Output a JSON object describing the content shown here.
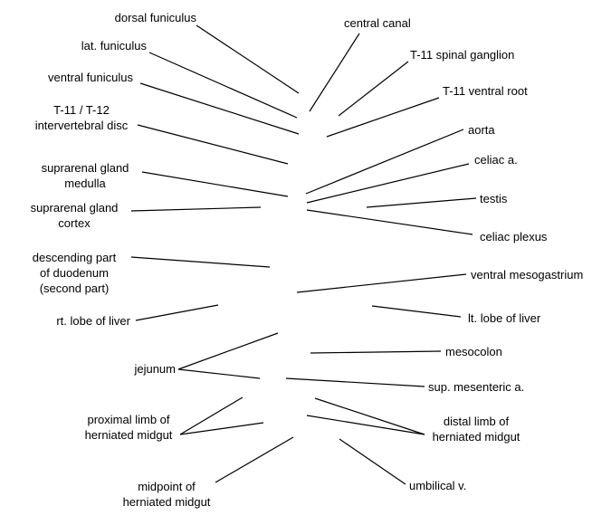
{
  "labels": {
    "dorsal_funiculus": [
      "dorsal funiculus"
    ],
    "lat_funiculus": [
      "lat. funiculus"
    ],
    "ventral_funiculus": [
      "ventral funiculus"
    ],
    "intervertebral_disc": [
      "T-11 / T-12",
      "intervertebral disc"
    ],
    "suprarenal_medulla": [
      "suprarenal gland",
      "medulla"
    ],
    "suprarenal_cortex": [
      "suprarenal gland",
      "cortex"
    ],
    "descending_duodenum": [
      "descending part",
      "of duodenum",
      "(second part)"
    ],
    "rt_lobe_liver": [
      "rt. lobe of liver"
    ],
    "jejunum": [
      "jejunum"
    ],
    "proximal_limb": [
      "proximal limb of",
      "herniated midgut"
    ],
    "midpoint": [
      "midpoint of",
      "herniated midgut"
    ],
    "central_canal": [
      "central canal"
    ],
    "spinal_ganglion": [
      "T-11 spinal ganglion"
    ],
    "ventral_root": [
      "T-11 ventral root"
    ],
    "aorta": [
      "aorta"
    ],
    "celiac_a": [
      "celiac a."
    ],
    "testis": [
      "testis"
    ],
    "celiac_plexus": [
      "celiac plexus"
    ],
    "ventral_mesogastrium": [
      "ventral mesogastrium"
    ],
    "lt_lobe_liver": [
      "lt. lobe of liver"
    ],
    "mesocolon": [
      "mesocolon"
    ],
    "sup_mesenteric": [
      "sup. mesenteric a."
    ],
    "distal_limb": [
      "distal limb of",
      "herniated midgut"
    ],
    "umbilical_v": [
      "umbilical v."
    ]
  }
}
